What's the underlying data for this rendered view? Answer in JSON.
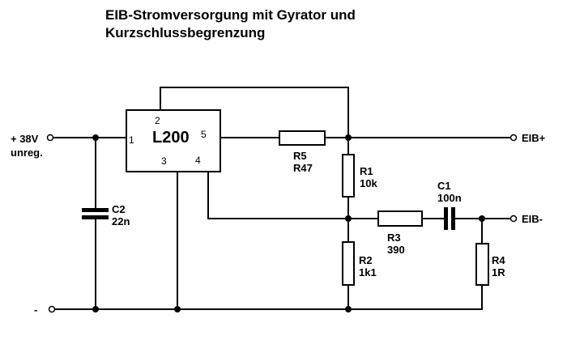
{
  "title": {
    "line1": "EIB-Stromversorgung mit Gyrator und",
    "line2": "Kurzschlussbegrenzung"
  },
  "terminals": {
    "input_pos_line1": "+ 38V",
    "input_pos_line2": "unreg.",
    "input_neg": "-",
    "eib_plus": "EIB+",
    "eib_minus": "EIB-"
  },
  "ic": {
    "name": "L200",
    "pin1": "1",
    "pin2": "2",
    "pin3": "3",
    "pin4": "4",
    "pin5": "5"
  },
  "components": {
    "c2": {
      "ref": "C2",
      "value": "22n"
    },
    "r5": {
      "ref": "R5",
      "value": "R47"
    },
    "r1": {
      "ref": "R1",
      "value": "10k"
    },
    "r2": {
      "ref": "R2",
      "value": "1k1"
    },
    "r3": {
      "ref": "R3",
      "value": "390"
    },
    "c1": {
      "ref": "C1",
      "value": "100n"
    },
    "r4": {
      "ref": "R4",
      "value": "1R"
    }
  },
  "colors": {
    "line": "#000000",
    "background": "#ffffff"
  }
}
